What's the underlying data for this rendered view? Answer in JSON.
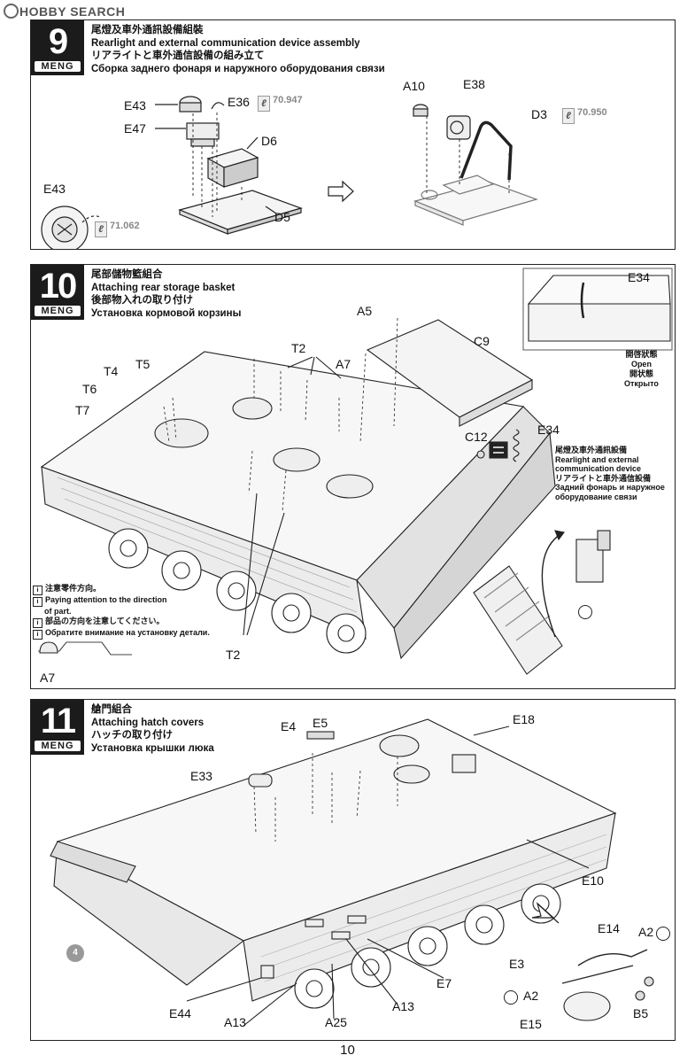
{
  "watermark": "HOBBY SEARCH",
  "brand": "MENG",
  "page_number": "10",
  "step9": {
    "number": "9",
    "title_zh": "尾燈及車外通訊設備組裝",
    "title_en": "Rearlight and external communication device assembly",
    "title_ja": "リアライトと車外通信設備の組み立て",
    "title_ru": "Сборка заднего фонаря и наружного оборудования связи",
    "labels": [
      "E43",
      "E36",
      "E47",
      "D6",
      "D5",
      "E43",
      "A10",
      "E38",
      "D3"
    ],
    "paints": [
      "70.947",
      "70.950",
      "71.062"
    ]
  },
  "step10": {
    "number": "10",
    "title_zh": "尾部儲物籃組合",
    "title_en": "Attaching rear storage basket",
    "title_ja": "後部物入れの取り付け",
    "title_ru": "Установка кормовой корзины",
    "labels": [
      "E34",
      "A5",
      "T2",
      "C9",
      "T5",
      "A7",
      "T4",
      "T6",
      "T7",
      "C12",
      "E34",
      "T2",
      "A7"
    ],
    "open_state": [
      "開啓狀態",
      "Open",
      "開状態",
      "Открыто"
    ],
    "callout": [
      "尾燈及車外通訊設備",
      "Rearlight and external",
      "communication device",
      "リアライトと車外通信設備",
      "Задний фонарь и наружное",
      "оборудование связи"
    ],
    "note": [
      "注意零件方向。",
      "Paying attention to the direction",
      "of part.",
      "部品の方向を注意してください。",
      "Обратите внимание на установку детали."
    ]
  },
  "step11": {
    "number": "11",
    "title_zh": "艙門組合",
    "title_en": "Attaching hatch covers",
    "title_ja": "ハッチの取り付け",
    "title_ru": "Установка крышки люка",
    "labels": [
      "E4",
      "E5",
      "E18",
      "E33",
      "E10",
      "E14",
      "A2",
      "E3",
      "E7",
      "A2",
      "B5",
      "E44",
      "A13",
      "A25",
      "A13",
      "E15"
    ],
    "badge": "4"
  }
}
